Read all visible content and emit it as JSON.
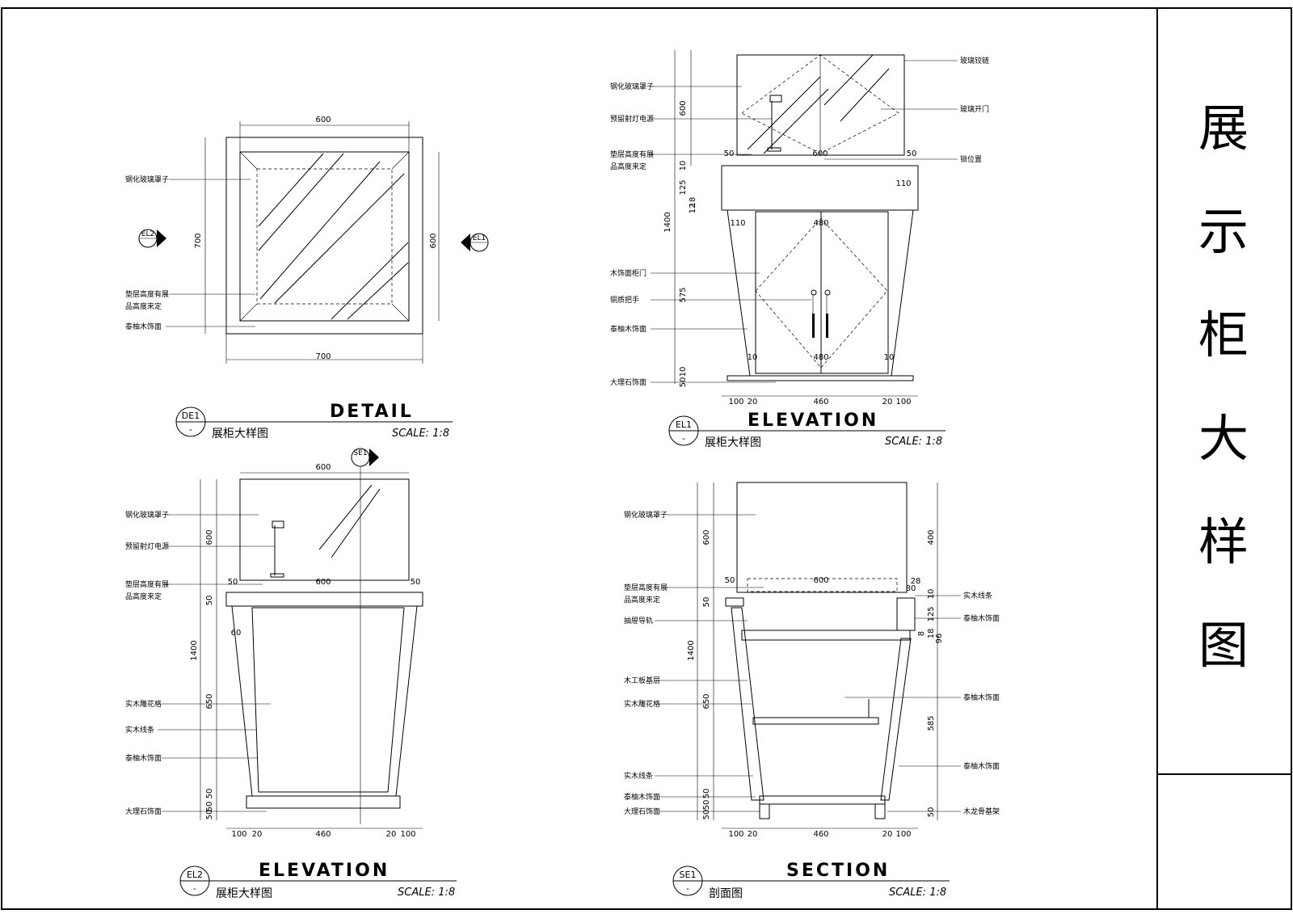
{
  "title_block": {
    "title_chars": [
      "展",
      "示",
      "柜",
      "大",
      "样",
      "图"
    ]
  },
  "views": {
    "de1": {
      "tag": "DE1",
      "tag_sub": "-",
      "heading": "DETAIL",
      "subtitle": "展柜大样图",
      "scale": "SCALE: 1:8"
    },
    "el1": {
      "tag": "EL1",
      "tag_sub": "-",
      "heading": "ELEVATION",
      "subtitle": "展柜大样图",
      "scale": "SCALE: 1:8"
    },
    "el2": {
      "tag": "EL2",
      "tag_sub": "-",
      "heading": "ELEVATION",
      "subtitle": "展柜大样图",
      "scale": "SCALE: 1:8"
    },
    "se1": {
      "tag": "SE1",
      "tag_sub": "-",
      "heading": "SECTION",
      "subtitle": "剖面图",
      "scale": "SCALE: 1:8"
    }
  },
  "section_markers": {
    "el2": "EL2",
    "el1": "EL1",
    "se1": "SE1"
  },
  "detail_labels": {
    "glass": "钢化玻璃罩子",
    "pad1": "垫层高度有展",
    "pad2": "品高度来定",
    "teak": "泰柚木饰面"
  },
  "detail_dims": {
    "top": "600",
    "bottom": "700",
    "left": "700",
    "right": "600"
  },
  "el1_labels": {
    "glass": "钢化玻璃罩子",
    "spot": "预留射灯电源",
    "pad1": "垫层高度有展",
    "pad2": "品高度来定",
    "door": "木饰面柜门",
    "handle": "铜质把手",
    "teak": "泰柚木饰面",
    "marble": "大理石饰面",
    "hinge": "玻璃铰链",
    "glassdoor": "玻璃开门",
    "lock": "锁位置"
  },
  "el1_dims": {
    "h600": "600",
    "h10": "10",
    "h125": "125",
    "h12": "12",
    "h18": "18",
    "h1400": "1400",
    "h575": "575",
    "h50a": "50",
    "h10b": "10",
    "w50l": "50",
    "w600": "600",
    "w50r": "50",
    "w110r": "110",
    "w110l": "110",
    "w480a": "480",
    "w10l": "10",
    "w480b": "480",
    "w10r": "10",
    "b100l": "100",
    "b20l": "20",
    "b460": "460",
    "b20r": "20",
    "b100r": "100"
  },
  "el2_labels": {
    "glass": "钢化玻璃罩子",
    "spot": "预留射灯电源",
    "pad1": "垫层高度有展",
    "pad2": "品高度来定",
    "carve": "实木雕花格",
    "trim": "实木线条",
    "teak": "泰柚木饰面",
    "marble": "大理石饰面"
  },
  "el2_dims": {
    "top600": "600",
    "h600": "600",
    "w50l": "50",
    "w600": "600",
    "w50r": "50",
    "h50": "50",
    "h60": "60",
    "h1400": "1400",
    "h650": "650",
    "h50b": "50",
    "h50c": "50",
    "h50d": "50",
    "b100l": "100",
    "b20l": "20",
    "b460": "460",
    "b20r": "20",
    "b100r": "100"
  },
  "se1_labels": {
    "glass": "钢化玻璃罩子",
    "pad1": "垫层高度有展",
    "pad2": "品高度来定",
    "rail": "抽屉导轨",
    "board": "木工板基层",
    "carve": "实木雕花格",
    "trim": "实木线条",
    "teak": "泰柚木饰面",
    "marble": "大理石饰面",
    "r_trim": "实木线条",
    "r_teak1": "泰柚木饰面",
    "r_teak2": "泰柚木饰面",
    "r_teak3": "泰柚木饰面",
    "r_frame": "木龙骨基架"
  },
  "se1_dims": {
    "h600": "600",
    "h50": "50",
    "h1400": "1400",
    "h650": "650",
    "h50b": "50",
    "h50c": "50",
    "h50d": "50",
    "w50": "50",
    "w600": "600",
    "r400": "400",
    "r28": "28",
    "r80": "80",
    "r10": "10",
    "r125": "125",
    "r18": "18",
    "r8": "8",
    "r96": "96",
    "r585": "585",
    "r50": "50",
    "b100l": "100",
    "b20l": "20",
    "b460": "460",
    "b20r": "20",
    "b100r": "100"
  }
}
